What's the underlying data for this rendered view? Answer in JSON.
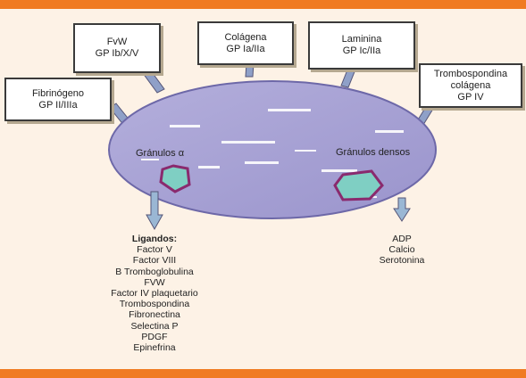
{
  "colors": {
    "background": "#fdf2e6",
    "bar": "#f07b22",
    "cell": "#a6a1d3",
    "granule_border": "#8a2a6e",
    "granule_fill": "#7fcfc3",
    "connector": "#8fa0c8"
  },
  "receptors": [
    {
      "id": "fvw",
      "lines": [
        "FvW",
        "GP Ib/X/V"
      ]
    },
    {
      "id": "colagena",
      "lines": [
        "Colágena",
        "GP Ia/IIa"
      ]
    },
    {
      "id": "laminina",
      "lines": [
        "Laminina",
        "GP Ic/IIa"
      ]
    },
    {
      "id": "fibrinogeno",
      "lines": [
        "Fibrinógeno",
        "GP II/IIIa"
      ]
    },
    {
      "id": "trombospondina",
      "lines": [
        "Trombospondina",
        "colágena",
        "GP IV"
      ]
    }
  ],
  "granules": {
    "alpha_label": "Gránulos α",
    "dense_label": "Gránulos densos"
  },
  "ligands": {
    "heading": "Ligandos:",
    "items": [
      "Factor V",
      "Factor VIII",
      "B Tromboglobulina",
      "FVW",
      "Factor IV plaquetario",
      "Trombospondina",
      "Fibronectina",
      "Selectina P",
      "PDGF",
      "Epinefrina"
    ]
  },
  "dense_contents": {
    "items": [
      "ADP",
      "Calcio",
      "Serotonina"
    ]
  }
}
